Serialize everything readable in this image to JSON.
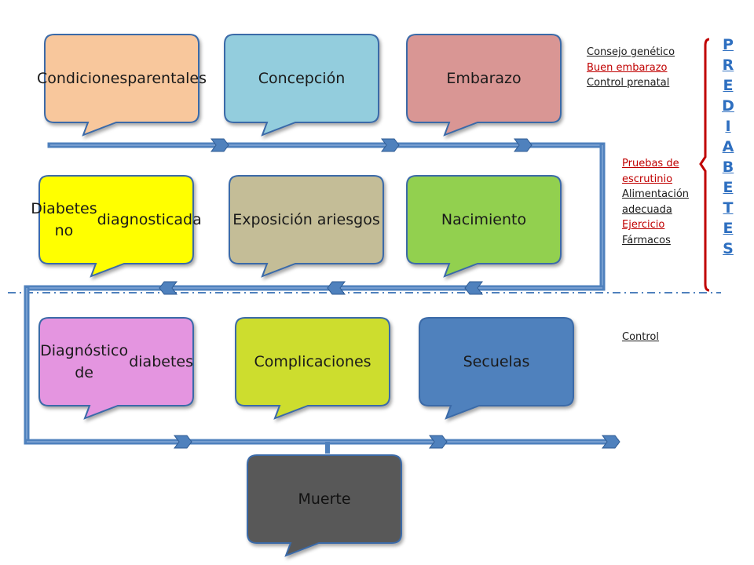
{
  "boxes": [
    {
      "id": "condiciones-parentales",
      "label": "Condiciones parentales",
      "lines": [
        "Condiciones",
        "parentales"
      ],
      "fill": "#f8c79c"
    },
    {
      "id": "concepcion",
      "label": "Concepción",
      "lines": [
        "Concepción"
      ],
      "fill": "#93cddd"
    },
    {
      "id": "embarazo",
      "label": "Embarazo",
      "lines": [
        "Embarazo"
      ],
      "fill": "#d99694"
    },
    {
      "id": "diabetes-no-diagnosticada",
      "label": "Diabetes no diagnosticada",
      "lines": [
        "Diabetes no",
        "diagnosticada"
      ],
      "fill": "#ffff00"
    },
    {
      "id": "exposicion-a-riesgos",
      "label": "Exposición a riesgos",
      "lines": [
        "Exposición a",
        "riesgos"
      ],
      "fill": "#c4bd97"
    },
    {
      "id": "nacimiento",
      "label": "Nacimiento",
      "lines": [
        "Nacimiento"
      ],
      "fill": "#92d050"
    },
    {
      "id": "diagnostico-de-diabetes",
      "label": "Diagnóstico de diabetes",
      "lines": [
        "Diagnóstico de",
        "diabetes"
      ],
      "fill": "#e495e0"
    },
    {
      "id": "complicaciones",
      "label": "Complicaciones",
      "lines": [
        "Complicaciones"
      ],
      "fill": "#cddd2d"
    },
    {
      "id": "secuelas",
      "label": "Secuelas",
      "lines": [
        "Secuelas"
      ],
      "fill": "#4f81bd"
    },
    {
      "id": "muerte",
      "label": "Muerte",
      "lines": [
        "Muerte"
      ],
      "fill": "#595959"
    }
  ],
  "side_lists": [
    {
      "id": "stage-1",
      "items": [
        {
          "text": "Consejo genético",
          "color": "#1a1a1a"
        },
        {
          "text": "Buen embarazo",
          "color": "#c00000"
        },
        {
          "text": "Control prenatal",
          "color": "#1a1a1a"
        }
      ]
    },
    {
      "id": "stage-2",
      "items": [
        {
          "text": "Pruebas de",
          "color": "#c00000"
        },
        {
          "text": "escrutinio",
          "color": "#c00000"
        },
        {
          "text": "Alimentación",
          "color": "#1a1a1a"
        },
        {
          "text": "adecuada",
          "color": "#1a1a1a"
        },
        {
          "text": "Ejercicio",
          "color": "#c00000"
        },
        {
          "text": "Fármacos",
          "color": "#1a1a1a"
        }
      ]
    },
    {
      "id": "stage-3",
      "items": [
        {
          "text": "Control",
          "color": "#1a1a1a"
        }
      ]
    }
  ],
  "vertical_word": {
    "text": "PREDIABETES",
    "color": "#2e6fc0"
  },
  "colors": {
    "flow_line": "#4f81bd",
    "bracket": "#c00000",
    "box_border": "#3a6aa8",
    "divider": "#4f81bd"
  }
}
